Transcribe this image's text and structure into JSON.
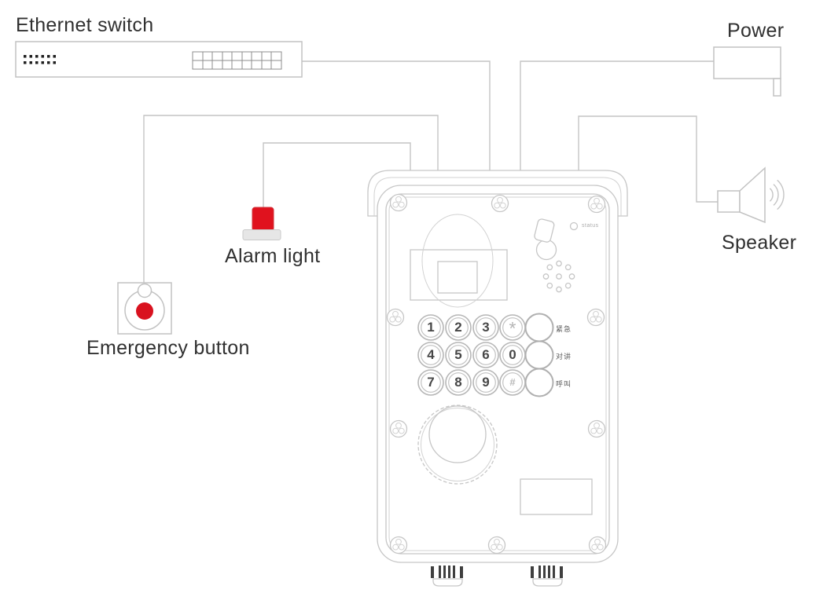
{
  "components": {
    "ethernet_switch": {
      "label": "Ethernet switch"
    },
    "power": {
      "label": "Power"
    },
    "speaker": {
      "label": "Speaker"
    },
    "alarm_light": {
      "label": "Alarm light"
    },
    "emergency_button": {
      "label": "Emergency button"
    }
  },
  "device": {
    "status_led_label": "status",
    "keypad": {
      "rows": [
        {
          "keys": [
            "1",
            "2",
            "3",
            "*",
            ""
          ],
          "side_label": "紧急"
        },
        {
          "keys": [
            "4",
            "5",
            "6",
            "0",
            ""
          ],
          "side_label": "对讲"
        },
        {
          "keys": [
            "7",
            "8",
            "9",
            "#",
            ""
          ],
          "side_label": "呼叫"
        }
      ]
    }
  },
  "colors": {
    "outline_gray": "#c4c4c4",
    "text_dark": "#303030",
    "alarm_red": "#e0121e",
    "button_red": "#d9121f"
  }
}
